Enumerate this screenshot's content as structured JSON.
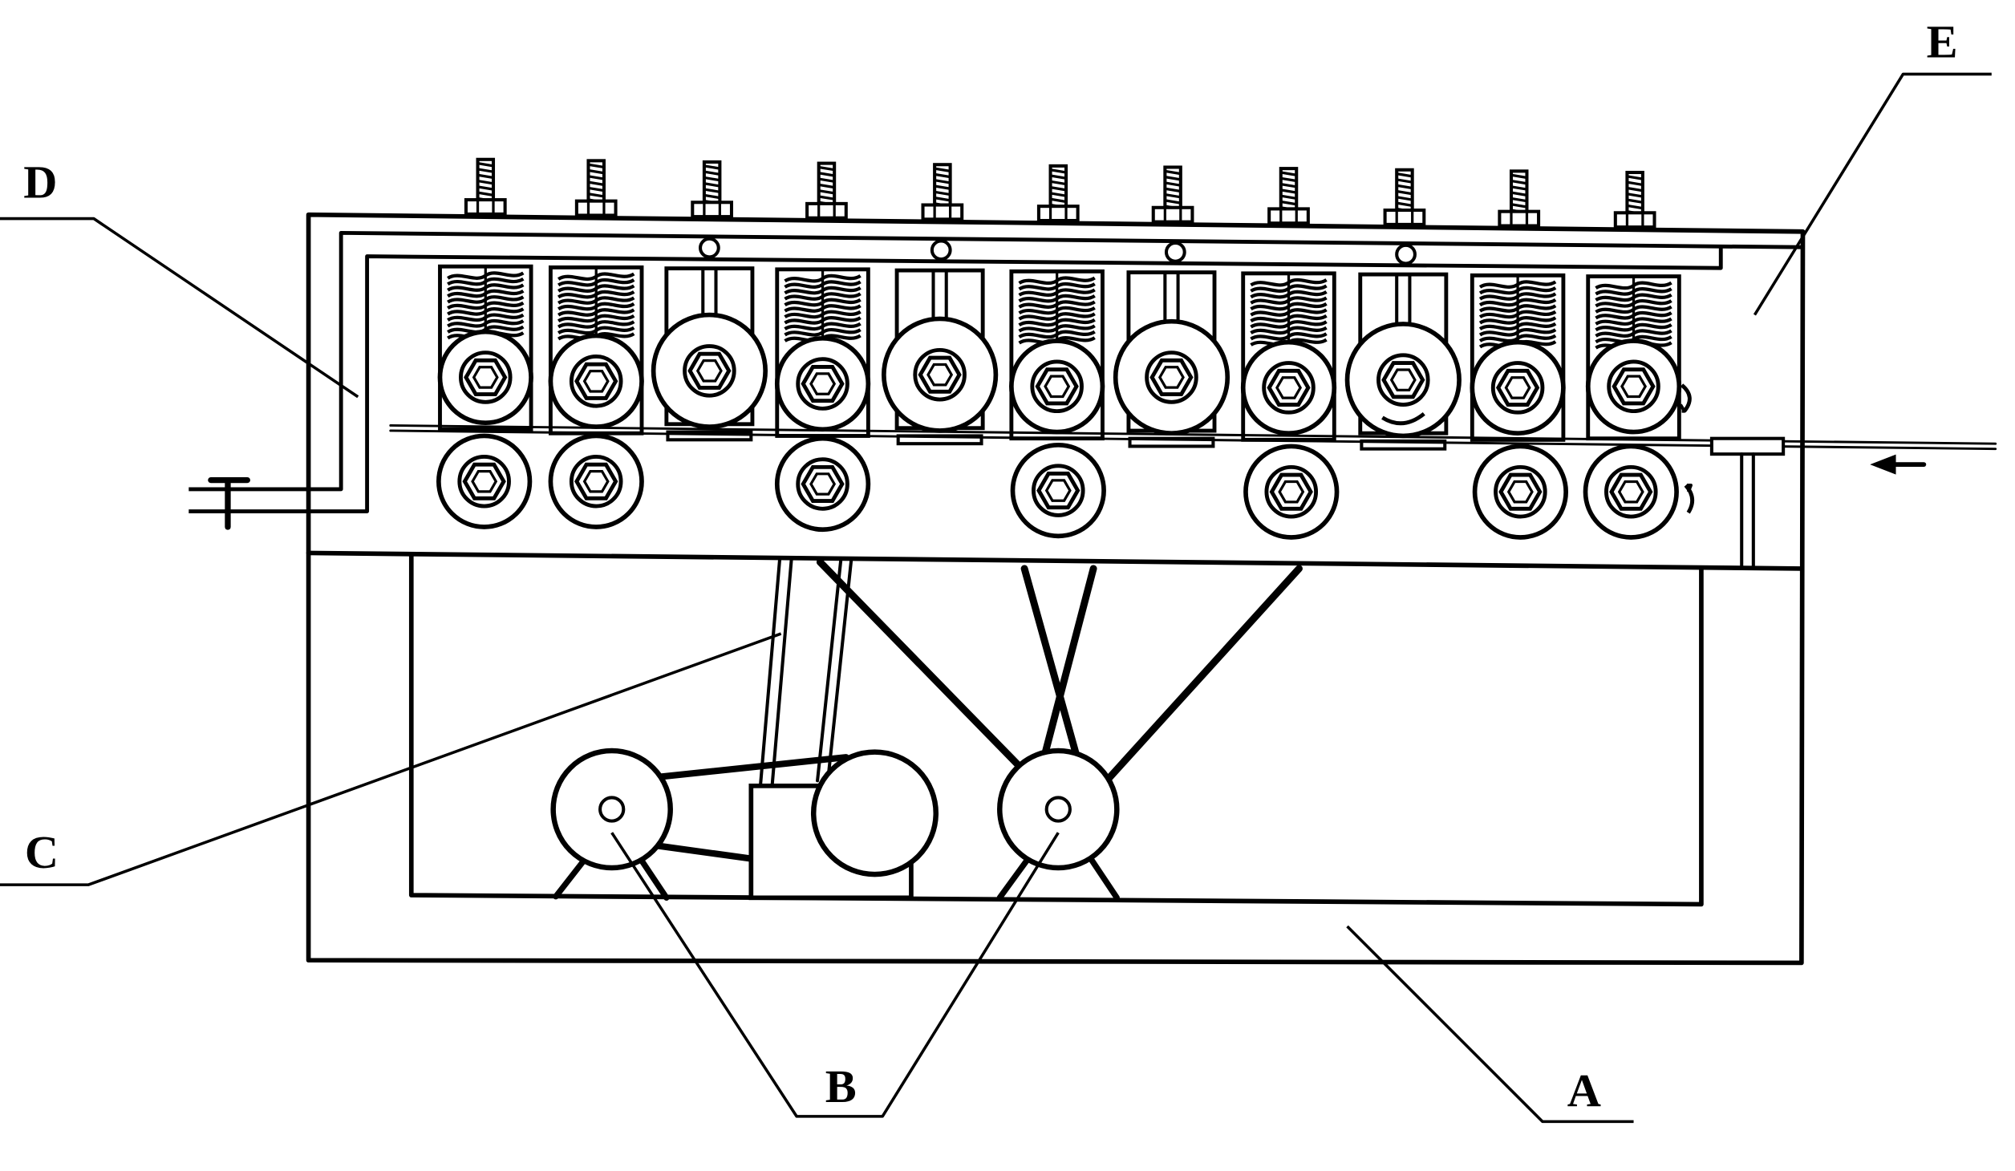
{
  "labels": {
    "A": "A",
    "B": "B",
    "C": "C",
    "D": "D",
    "E": "E"
  },
  "colors": {
    "ink": "#000000",
    "paper": "#ffffff"
  }
}
